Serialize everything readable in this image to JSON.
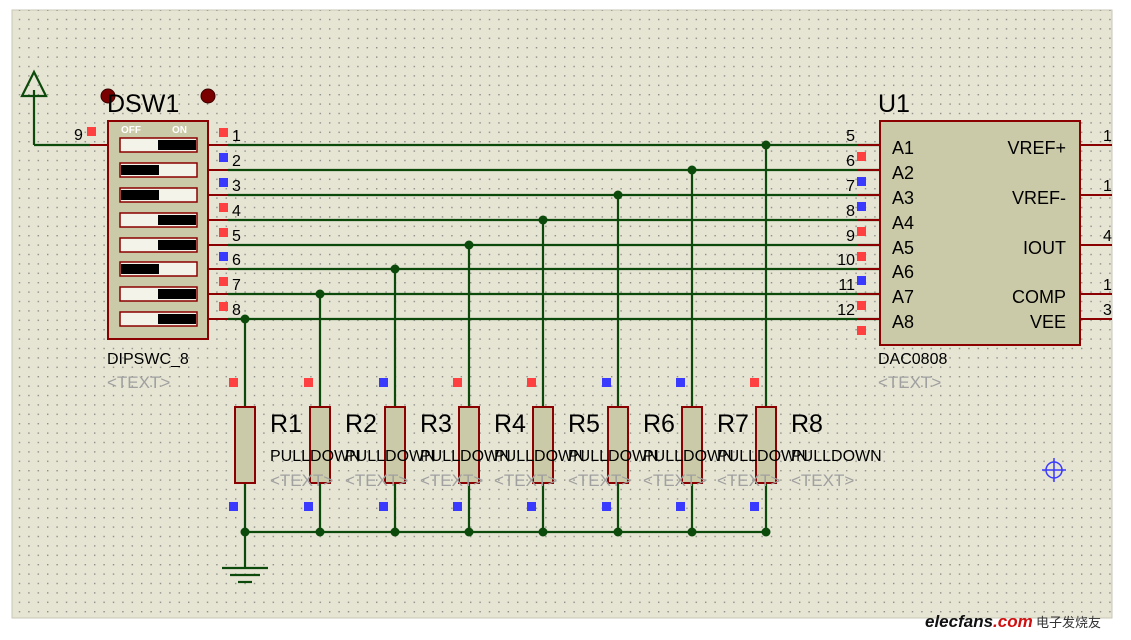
{
  "colors": {
    "background": "#e6e4d3",
    "grid_dot": "#8d8d88",
    "wire": "#0b4a0b",
    "component_body": "#cbcaa8",
    "component_outline": "#8b0000",
    "pin_red": "#ff4040",
    "pin_blue": "#3a3aff",
    "placeholder_text": "#a0a0a0"
  },
  "dip_switch": {
    "ref": "DSW1",
    "part": "DIPSWC_8",
    "text_placeholder": "<TEXT>",
    "off_label": "OFF",
    "on_label": "ON",
    "common_pin": "9",
    "pins": [
      "1",
      "2",
      "3",
      "4",
      "5",
      "6",
      "7",
      "8"
    ],
    "states": [
      "on",
      "off",
      "off",
      "on",
      "on",
      "off",
      "on",
      "on"
    ]
  },
  "dac": {
    "ref": "U1",
    "part": "DAC0808",
    "text_placeholder": "<TEXT>",
    "left_pins": [
      {
        "num": "5",
        "name": "A1"
      },
      {
        "num": "6",
        "name": "A2"
      },
      {
        "num": "7",
        "name": "A3"
      },
      {
        "num": "8",
        "name": "A4"
      },
      {
        "num": "9",
        "name": "A5"
      },
      {
        "num": "10",
        "name": "A6"
      },
      {
        "num": "11",
        "name": "A7"
      },
      {
        "num": "12",
        "name": "A8"
      }
    ],
    "right_pins": [
      {
        "num": "1",
        "name": "VREF+"
      },
      {
        "num": "1",
        "name": "VREF-"
      },
      {
        "num": "4",
        "name": "IOUT"
      },
      {
        "num": "1",
        "name": "COMP"
      },
      {
        "num": "3",
        "name": "VEE"
      }
    ]
  },
  "resistors": [
    {
      "ref": "R1",
      "value": "PULLDOWN",
      "text_placeholder": "<TEXT>"
    },
    {
      "ref": "R2",
      "value": "PULLDOWN",
      "text_placeholder": "<TEXT>"
    },
    {
      "ref": "R3",
      "value": "PULLDOWN",
      "text_placeholder": "<TEXT>"
    },
    {
      "ref": "R4",
      "value": "PULLDOWN",
      "text_placeholder": "<TEXT>"
    },
    {
      "ref": "R5",
      "value": "PULLDOWN",
      "text_placeholder": "<TEXT>"
    },
    {
      "ref": "R6",
      "value": "PULLDOWN",
      "text_placeholder": "<TEXT>"
    },
    {
      "ref": "R7",
      "value": "PULLDOWN",
      "text_placeholder": "<TEXT>"
    },
    {
      "ref": "R8",
      "value": "PULLDOWN",
      "text_placeholder": "<TEXT>"
    }
  ],
  "watermark": {
    "site": "elecfans",
    "domain_suffix": ".com",
    "cn_name": "电子发烧友"
  }
}
